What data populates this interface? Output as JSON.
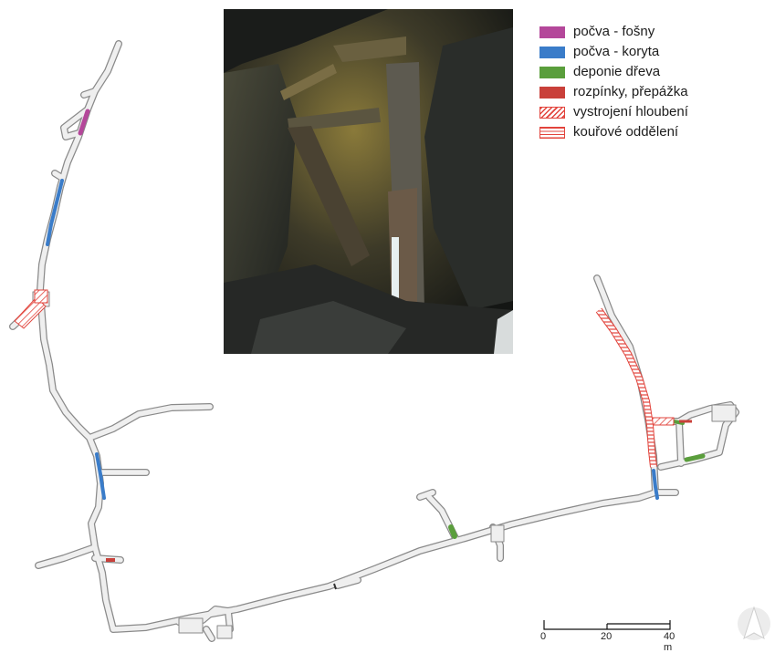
{
  "legend": {
    "items": [
      {
        "label": "počva - fošny",
        "color": "#b4479a",
        "pattern": "solid"
      },
      {
        "label": "počva - koryta",
        "color": "#3a7cc9",
        "pattern": "solid"
      },
      {
        "label": "deponie dřeva",
        "color": "#5a9e3c",
        "pattern": "solid"
      },
      {
        "label": "rozpínky, přepážka",
        "color": "#c9403a",
        "pattern": "solid"
      },
      {
        "label": "vystrojení hloubení",
        "color": "#e2443c",
        "pattern": "diagonal-hatch"
      },
      {
        "label": "kouřové oddělení",
        "color": "#e2443c",
        "pattern": "horizontal-hatch"
      }
    ]
  },
  "scale_bar": {
    "ticks": [
      "0",
      "20",
      "40 m"
    ]
  },
  "north_arrow": {
    "icon": "north-arrow-icon"
  },
  "photo": {
    "icon": "mine-timber-photo"
  }
}
